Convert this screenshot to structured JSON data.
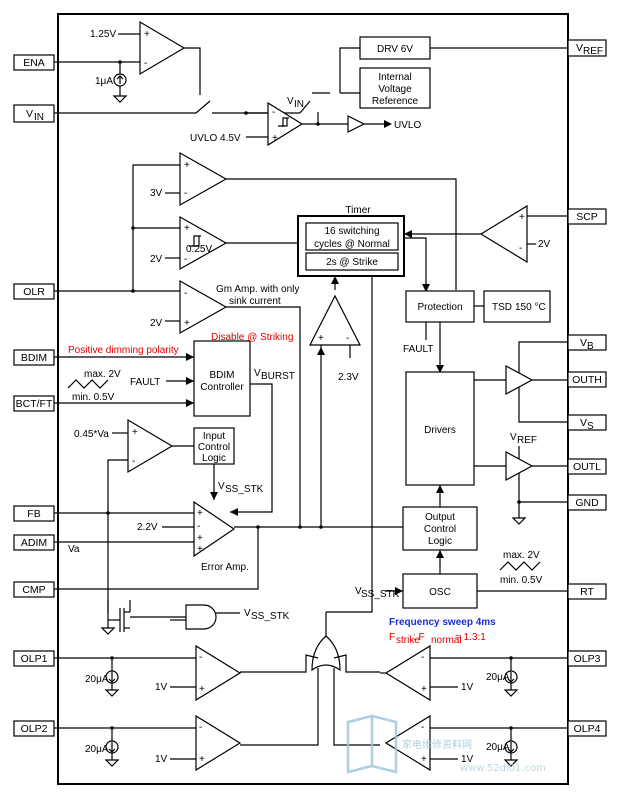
{
  "pins_left": [
    "ENA",
    "V",
    "BDIM",
    "BCT/FT",
    "FB",
    "ADIM",
    "CMP",
    "OLP1",
    "OLP2"
  ],
  "pin_vin_sub": "IN",
  "pin_olr": "OLR",
  "pins_right": {
    "vref": "V",
    "vref_sub": "REF",
    "scp": "SCP",
    "vb": "V",
    "vb_sub": "B",
    "outh": "OUTH",
    "vs": "V",
    "vs_sub": "S",
    "outl": "OUTL",
    "gnd": "GND",
    "rt": "RT",
    "olp3": "OLP3",
    "olp4": "OLP4"
  },
  "labels": {
    "v125": "1.25V",
    "ua1": "1μA",
    "drv6v": "DRV 6V",
    "ivr1": "Internal",
    "ivr2": "Voltage",
    "ivr3": "Reference",
    "vin_sw": "V",
    "vin_sw_sub": "IN",
    "uvlo45": "UVLO 4.5V",
    "uvlo": "UVLO",
    "v3": "3V",
    "v2a": "2V",
    "v025": "0.25V",
    "timer": "Timer",
    "t16a": "16 switching",
    "t16b": "cycles @ Normal",
    "t2s": "2s @ Strike",
    "v2scp": "2V",
    "gm1": "Gm Amp. with only",
    "gm2": "sink current",
    "v2gm": "2V",
    "protection": "Protection",
    "tsd": "TSD",
    "tsd_val": "150 °C",
    "fault": "FAULT",
    "v23": "2.3V",
    "pos_dim": "Positive dimming polarity",
    "disable": "Disable @ Striking",
    "bdim1": "BDIM",
    "bdim2": "Controller",
    "vburst": "V",
    "vburst_sub": "BURST",
    "fault2": "FAULT",
    "max2v": "max. 2V",
    "min05": "min. 0.5V",
    "v045": "0.45*Va",
    "icl1": "Input",
    "icl2": "Control",
    "icl3": "Logic",
    "vss1": "V",
    "vss1_sub": "SS_STK",
    "v22": "2.2V",
    "va": "Va",
    "erramp": "Error Amp.",
    "drivers": "Drivers",
    "vref2": "V",
    "vref2_sub": "REF",
    "ocl1": "Output",
    "ocl2": "Control",
    "ocl3": "Logic",
    "max2v_b": "max. 2V",
    "min05_b": "min. 0.5V",
    "osc": "OSC",
    "vss2": "V",
    "vss2_sub": "SS_STK",
    "vss3": "V",
    "vss3_sub": "SS_STK",
    "freq": "Frequency sweep 4ms",
    "fstrike_pre": "F",
    "fstrike_sub": "strike",
    "fstrike_mid": ": F",
    "fnormal_sub": "normal",
    "fstrike_post": " = 1.3:1",
    "ua20a": "20μA",
    "ua20b": "20μA",
    "ua20c": "20μA",
    "ua20d": "20μA",
    "v1a": "1V",
    "v1b": "1V",
    "v1c": "1V",
    "v1d": "1V"
  },
  "watermark": {
    "cn": "家电维修资料网",
    "url": "www.52dl01.com"
  },
  "colors": {
    "red": "#e00000",
    "blue": "#1a2fd0",
    "watermark": "#9ec7dc"
  }
}
